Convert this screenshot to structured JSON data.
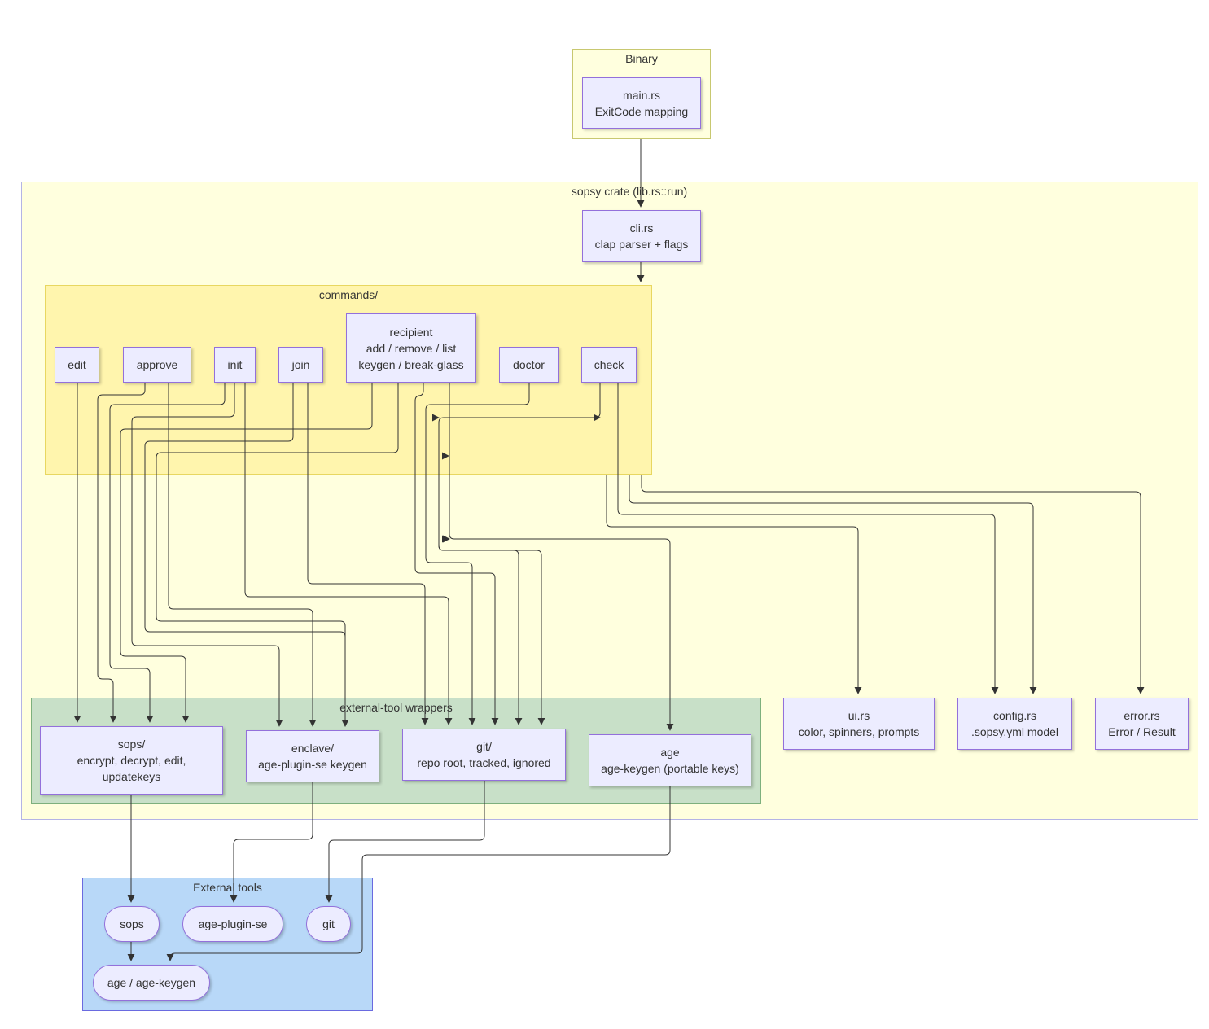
{
  "clusters": {
    "binary": "Binary",
    "crate": "sopsy crate (lib.rs::run)",
    "commands": "commands/",
    "wrappers": "external-tool wrappers",
    "external": "External tools"
  },
  "nodes": {
    "main": {
      "line1": "main.rs",
      "line2": "ExitCode mapping"
    },
    "cli": {
      "line1": "cli.rs",
      "line2": "clap parser + flags"
    },
    "edit": {
      "line1": "edit"
    },
    "approve": {
      "line1": "approve"
    },
    "init": {
      "line1": "init"
    },
    "join": {
      "line1": "join"
    },
    "recipient": {
      "line1": "recipient",
      "line2": "add / remove / list",
      "line3": "keygen / break-glass"
    },
    "doctor": {
      "line1": "doctor"
    },
    "check": {
      "line1": "check"
    },
    "sops_wrap": {
      "line1": "sops/",
      "line2": "encrypt, decrypt, edit,",
      "line3": "updatekeys"
    },
    "enclave_wrap": {
      "line1": "enclave/",
      "line2": "age-plugin-se keygen"
    },
    "git_wrap": {
      "line1": "git/",
      "line2": "repo root, tracked, ignored"
    },
    "age_wrap": {
      "line1": "age",
      "line2": "age-keygen (portable keys)"
    },
    "ui": {
      "line1": "ui.rs",
      "line2": "color, spinners, prompts"
    },
    "config": {
      "line1": "config.rs",
      "line2": ".sopsy.yml model"
    },
    "error": {
      "line1": "error.rs",
      "line2": "Error / Result"
    },
    "sops_tool": {
      "line1": "sops"
    },
    "plugin_tool": {
      "line1": "age-plugin-se"
    },
    "git_tool": {
      "line1": "git"
    },
    "age_tool": {
      "line1": "age / age-keygen"
    }
  },
  "edges": [
    {
      "from": "main.rs",
      "to": "cli.rs"
    },
    {
      "from": "cli.rs",
      "to": "commands/"
    },
    {
      "from": "edit",
      "to": "sops/"
    },
    {
      "from": "approve",
      "to": "sops/"
    },
    {
      "from": "approve",
      "to": "enclave/"
    },
    {
      "from": "init",
      "to": "sops/"
    },
    {
      "from": "init",
      "to": "enclave/"
    },
    {
      "from": "init",
      "to": "git/"
    },
    {
      "from": "join",
      "to": "enclave/"
    },
    {
      "from": "join",
      "to": "git/"
    },
    {
      "from": "recipient",
      "to": "sops/"
    },
    {
      "from": "recipient",
      "to": "enclave/"
    },
    {
      "from": "recipient",
      "to": "git/"
    },
    {
      "from": "recipient",
      "to": "age"
    },
    {
      "from": "doctor",
      "to": "git/"
    },
    {
      "from": "check",
      "to": "git/"
    },
    {
      "from": "check",
      "to": "config.rs"
    },
    {
      "from": "commands/",
      "to": "ui.rs"
    },
    {
      "from": "commands/",
      "to": "config.rs"
    },
    {
      "from": "commands/",
      "to": "error.rs"
    },
    {
      "from": "sops/",
      "to": "sops"
    },
    {
      "from": "enclave/",
      "to": "age-plugin-se"
    },
    {
      "from": "git/",
      "to": "git"
    },
    {
      "from": "age",
      "to": "age / age-keygen"
    },
    {
      "from": "sops",
      "to": "age / age-keygen"
    }
  ],
  "colors": {
    "cluster_yellow": "#FFFFDE",
    "cluster_border": "#AAAA33",
    "commands_fill": "#FFF5AD",
    "wrappers_fill": "#C8E0C8",
    "external_fill": "#B8D8F8",
    "node_fill": "#ECECFF",
    "node_border": "#9370DB",
    "edge": "#333333"
  }
}
